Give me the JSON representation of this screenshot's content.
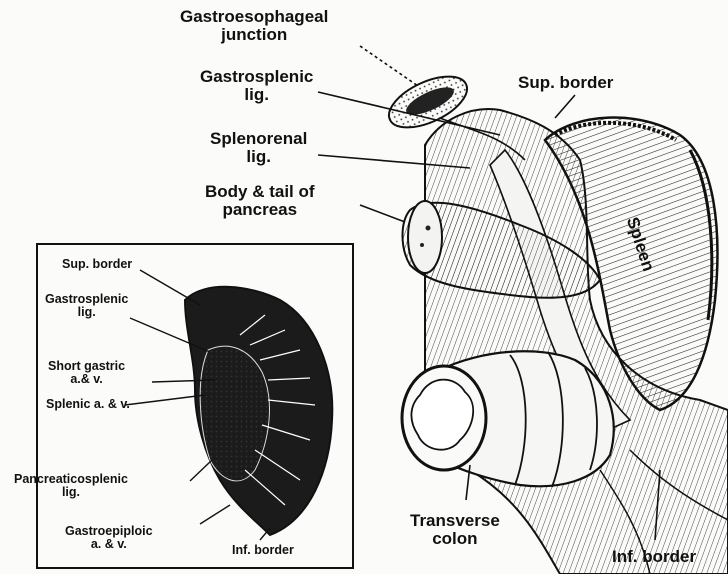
{
  "figure": {
    "main_labels": {
      "gastroesophageal_junction": [
        "Gastroesophageal",
        "junction"
      ],
      "gastrosplenic_lig": [
        "Gastrosplenic",
        "lig."
      ],
      "splenorenal_lig": [
        "Splenorenal",
        "lig."
      ],
      "body_tail_pancreas": [
        "Body & tail of",
        "pancreas"
      ],
      "sup_border": "Sup. border",
      "spleen": "Spleen",
      "transverse_colon": [
        "Transverse",
        "colon"
      ],
      "inf_border": "Inf. border"
    },
    "inset_labels": {
      "sup_border": "Sup. border",
      "gastrosplenic_lig": [
        "Gastrosplenic",
        "lig."
      ],
      "short_gastric": [
        "Short gastric",
        "a.& v."
      ],
      "splenic_av": "Splenic a. & v.",
      "pancreaticosplenic_lig": [
        "Pancreaticosplenic",
        "lig."
      ],
      "gastroepiploic": [
        "Gastroepiploic",
        "a. & v."
      ],
      "inf_border": "Inf. border"
    }
  }
}
